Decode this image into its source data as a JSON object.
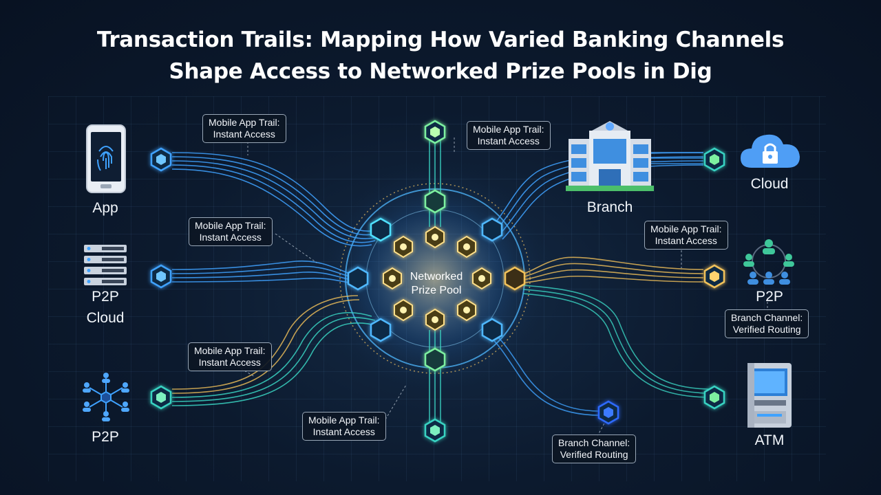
{
  "title": {
    "line1": "Transaction Trails: Mapping How Varied Banking Channels",
    "line2": "Shape Access to Networked Prize Pools in Dig"
  },
  "hub": {
    "line1": "Networked",
    "line2": "Prize Pool"
  },
  "channels": {
    "app": "App",
    "p2p_cloud_a": "P2P",
    "p2p_cloud_b": "Cloud",
    "p2p_left": "P2P",
    "branch": "Branch",
    "cloud": "Cloud",
    "p2p_right": "P2P",
    "atm": "ATM"
  },
  "callouts": [
    {
      "line1": "Mobile App Trail:",
      "line2": "Instant Access"
    },
    {
      "line1": "Mobile App Trail:",
      "line2": "Instant Access"
    },
    {
      "line1": "Mobile App Trail:",
      "line2": "Instant Access"
    },
    {
      "line1": "Mobile App Trail:",
      "line2": "Instant Access"
    },
    {
      "line1": "Mobile App Trail:",
      "line2": "Instant Access"
    },
    {
      "line1": "Mobile App Trail:",
      "line2": "Instant Access"
    },
    {
      "line1": "Branch Channel:",
      "line2": "Verified Routing"
    },
    {
      "line1": "Branch Channel:",
      "line2": "Verified Routing"
    }
  ],
  "colors": {
    "blue_trail": "#3fa2ff",
    "teal_trail": "#39d3c2",
    "gold_trail": "#f2c25a",
    "green_node": "#7df0a0",
    "hub_glow": "#ffe79a"
  }
}
